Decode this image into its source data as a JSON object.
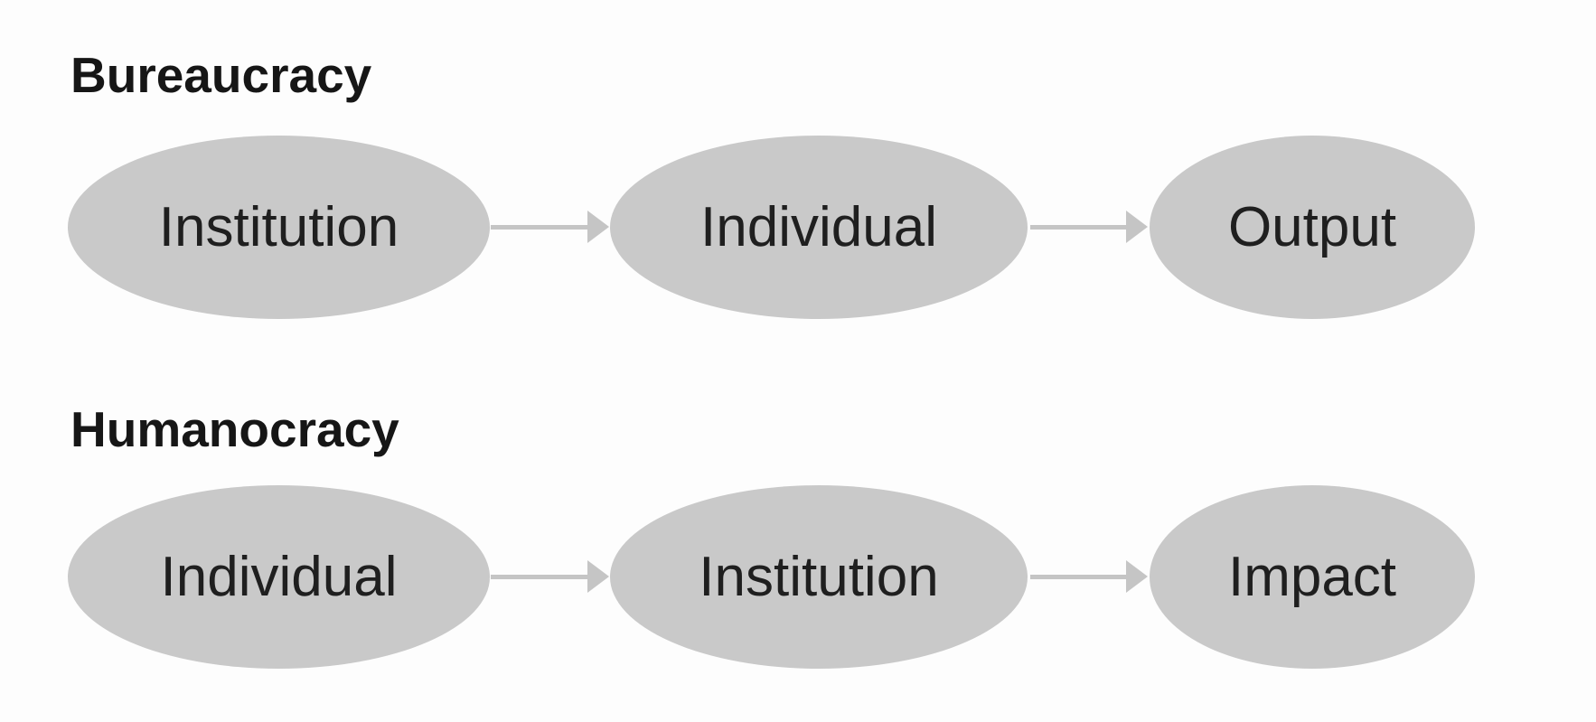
{
  "colors": {
    "background": "#fdfdfd",
    "node_fill": "#c9c9c9",
    "arrow": "#c5c5c5",
    "title_text": "#161616",
    "node_text": "#1f1f1f"
  },
  "diagram": {
    "rows": [
      {
        "title": "Bureaucracy",
        "nodes": [
          "Institution",
          "Individual",
          "Output"
        ]
      },
      {
        "title": "Humanocracy",
        "nodes": [
          "Individual",
          "Institution",
          "Impact"
        ]
      }
    ]
  }
}
